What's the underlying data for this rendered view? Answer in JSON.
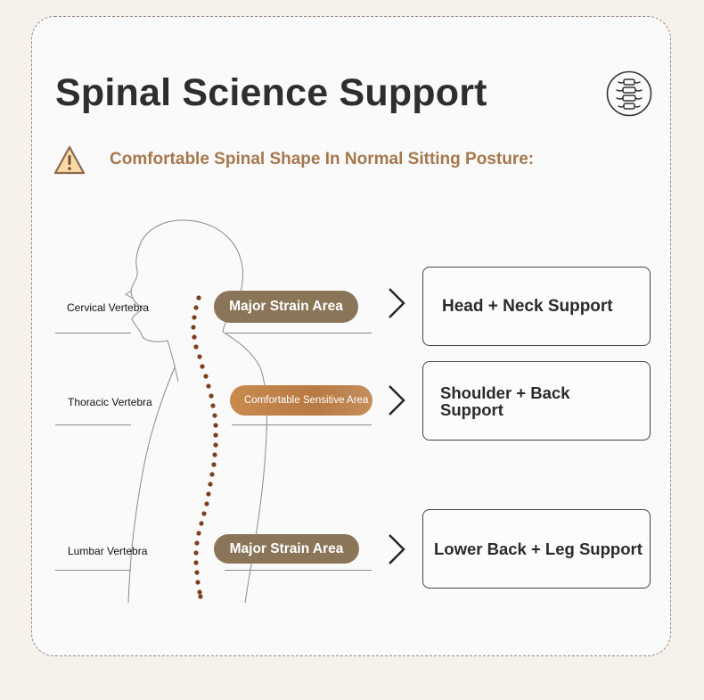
{
  "title": "Spinal Science Support",
  "subtitle": "Comfortable Spinal Shape In Normal Sitting Posture:",
  "icons": {
    "logo": "spine-logo-icon",
    "warning": "warning-triangle-icon",
    "chevron": "chevron-right-icon"
  },
  "colors": {
    "accent_text": "#a5774d",
    "strain_pill": "#8a7558",
    "comfort_pill": "#c07f45",
    "spine_dots": "#7a3f1c"
  },
  "rows": [
    {
      "label": "Cervical Vertebra",
      "area": "Major Strain Area",
      "support": "Head + Neck Support"
    },
    {
      "label": "Thoracic Vertebra",
      "area": "Comfortable Sensitive Area",
      "support": "Shoulder + Back Support"
    },
    {
      "label": "Lumbar Vertebra",
      "area": "Major Strain Area",
      "support": "Lower Back + Leg Support"
    }
  ]
}
